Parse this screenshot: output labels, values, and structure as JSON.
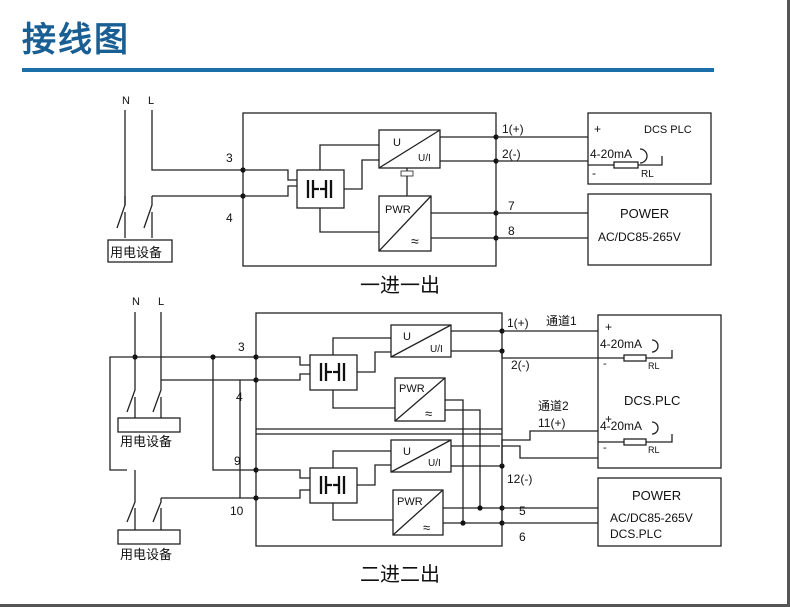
{
  "title": "接线图",
  "terminals": {
    "n": "N",
    "l": "L",
    "n2": "N",
    "l2": "L"
  },
  "diagram1": {
    "caption": "一进一出",
    "t3": "3",
    "t4": "4",
    "t1": "1(+)",
    "t2": "2(-)",
    "t7": "7",
    "t8": "8",
    "load": "用电设备",
    "conv_u": "U",
    "conv_ui": "U/I",
    "pwr": "PWR",
    "pwr_wave": "≈",
    "dcs_plus": "+",
    "dcs_title": "DCS PLC",
    "dcs_current": "4-20mA",
    "dcs_minus": "-",
    "dcs_rl": "RL",
    "power_title": "POWER",
    "power_spec": "AC/DC85-265V"
  },
  "diagram2": {
    "caption": "二进二出",
    "t3": "3",
    "t4": "4",
    "t9": "9",
    "t10": "10",
    "t1": "1(+)",
    "t2": "2(-)",
    "t11": "11(+)",
    "t12": "12(-)",
    "t5": "5",
    "t6": "6",
    "ch1": "通道1",
    "ch2": "通道2",
    "load_a": "用电设备",
    "load_b": "用电设备",
    "conv_u": "U",
    "conv_ui": "U/I",
    "conv2_u": "U",
    "conv2_ui": "U/I",
    "pwr": "PWR",
    "pwr_wave": "≈",
    "pwr2": "PWR",
    "pwr2_wave": "≈",
    "dcs_plus": "+",
    "dcs_current": "4-20mA",
    "dcs_minus": "-",
    "dcs_rl": "RL",
    "dcs_title": "DCS.PLC",
    "dcs_plus2": "+",
    "dcs_current2": "4-20mA",
    "dcs_minus2": "-",
    "dcs_rl2": "RL",
    "power_title": "POWER",
    "power_spec": "AC/DC85-265V",
    "power_sub": "DCS.PLC"
  }
}
